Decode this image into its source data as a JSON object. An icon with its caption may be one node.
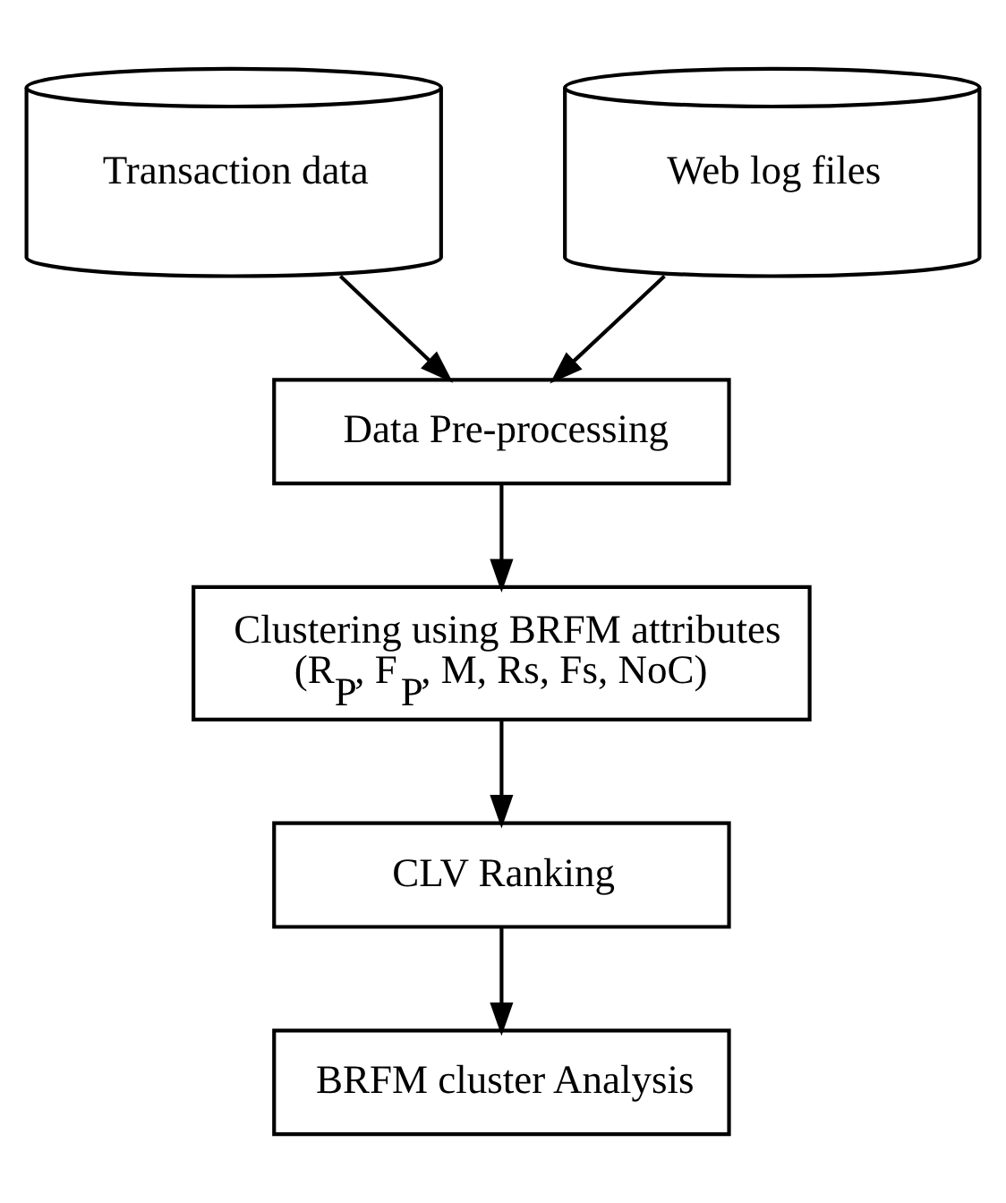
{
  "diagram": {
    "nodes": [
      {
        "text": [
          "Transaction data"
        ]
      },
      {
        "text": [
          "Web log files"
        ]
      },
      {
        "text": [
          "Data Pre-processing"
        ]
      },
      {
        "text": [
          "Clustering using BRFM attributes (R$_{P}$, F$_{P}$, M, Rs, Fs, NoC)"
        ]
      },
      {
        "text": [
          "CLV Ranking"
        ]
      },
      {
        "text": [
          "BRFM cluster Analysis"
        ]
      }
    ],
    "edges": [
      {
        "from": 0,
        "to": 2,
        "arrow": "to"
      },
      {
        "from": 1,
        "to": 2,
        "arrow": "to"
      },
      {
        "from": 2,
        "to": 3,
        "arrow": "to"
      },
      {
        "from": 3,
        "to": 4,
        "arrow": "to"
      },
      {
        "from": 4,
        "to": 5,
        "arrow": "to"
      }
    ]
  }
}
